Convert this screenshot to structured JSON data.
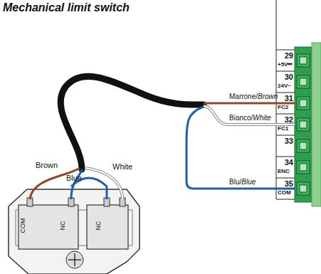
{
  "diagram": {
    "title": "Mechanical limit switch",
    "labels": [
      "Brown",
      "Blue",
      "White",
      "COM",
      "NC",
      "NC",
      "Marrone/Brown",
      "Bianco/White",
      "Blu/Blue",
      "29",
      "+5V⎓",
      "30",
      "24V~",
      "31",
      "FC2",
      "32",
      "FC1",
      "33",
      "34",
      "ENC",
      "35",
      "COM"
    ]
  }
}
